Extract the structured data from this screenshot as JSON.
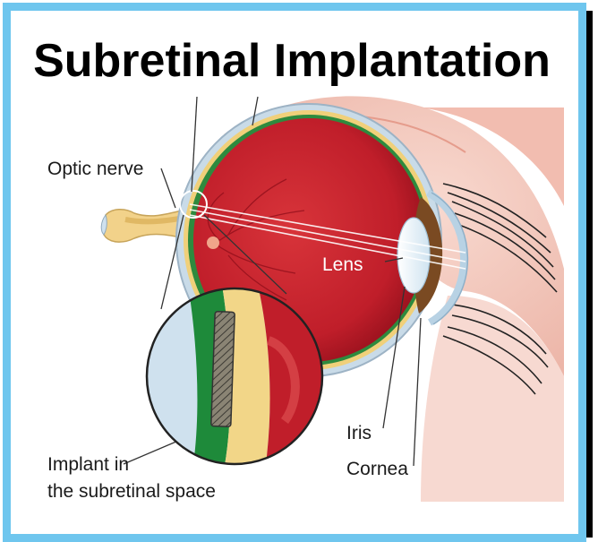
{
  "title": "Subretinal Implantation",
  "labels": {
    "optic_nerve": "Optic nerve",
    "lens": "Lens",
    "iris": "Iris",
    "cornea": "Cornea",
    "implant_line1": "Implant in",
    "implant_line2": "the subretinal space"
  },
  "colors": {
    "frame_border": "#6fc6ee",
    "eyeball_interior": "#c8202c",
    "retina_green": "#1e8a3a",
    "sclera_blue": "#c9dbe8",
    "implant": "#6f6a5a"
  }
}
